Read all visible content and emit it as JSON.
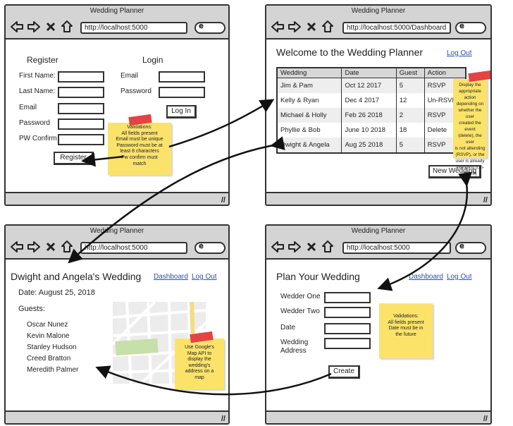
{
  "browser": {
    "window_title": "Wedding Planner",
    "url_home": "http://localhost:5000",
    "url_dashboard": "http://localhost:5000/Dashboard"
  },
  "register_login": {
    "register_heading": "Register",
    "login_heading": "Login",
    "first_name_label": "First Name:",
    "last_name_label": "Last Name:",
    "email_label": "Email",
    "password_label": "Password",
    "pw_confirm_label": "PW Confirm",
    "login_email_label": "Email",
    "login_password_label": "Password",
    "register_button": "Register",
    "login_button": "Log In",
    "validation_note": [
      "Validations:",
      "All fields present",
      "Email must be unique",
      "Password must be at",
      "least 8 characters",
      "Pw confirm must",
      "match"
    ]
  },
  "dashboard": {
    "heading": "Welcome to the Wedding Planner",
    "logout_link": "Log Out",
    "columns": [
      "Wedding",
      "Date",
      "Guest",
      "Action"
    ],
    "rows": [
      {
        "wedding": "Jim & Pam",
        "date": "Oct 12 2017",
        "guests": "5",
        "action": "RSVP"
      },
      {
        "wedding": "Kelly & Ryan",
        "date": "Dec 4 2017",
        "guests": "12",
        "action": "Un-RSVP"
      },
      {
        "wedding": "Michael & Holly",
        "date": "Feb 26 2018",
        "guests": "2",
        "action": "RSVP"
      },
      {
        "wedding": "Phyllie & Bob",
        "date": "June 10 2018",
        "guests": "18",
        "action": "Delete"
      },
      {
        "wedding": "Dwight & Angela",
        "date": "Aug 25 2018",
        "guests": "5",
        "action": "RSVP"
      }
    ],
    "new_wedding_button": "New Wedding",
    "action_note": [
      "Display the",
      "appropriate action",
      "depending on",
      "whether the user",
      "created the event",
      "(delete), the user",
      "is not attending",
      "(RSVP), or the",
      "user is already",
      "attending (Un-",
      "RSVP)"
    ]
  },
  "wedding_detail": {
    "heading": "Dwight and Angela's Wedding",
    "dashboard_link": "Dashboard",
    "logout_link": "Log Out",
    "date_line": "Date: August 25, 2018",
    "guests_label": "Guests:",
    "guests": [
      "Oscar Nunez",
      "Kevin Malone",
      "Stanley Hudson",
      "Creed Bratton",
      "Meredith Palmer"
    ],
    "map_note": [
      "Use Google's",
      "Map API to",
      "display the",
      "wedding's",
      "address on a",
      "map"
    ]
  },
  "plan_wedding": {
    "heading": "Plan Your Wedding",
    "dashboard_link": "Dashboard",
    "logout_link": "Log Out",
    "wedder_one_label": "Wedder One",
    "wedder_two_label": "Wedder Two",
    "date_label": "Date",
    "address_label_1": "Wedding",
    "address_label_2": "Address",
    "create_button": "Create",
    "validation_note": [
      "Validations:",
      "All fields present",
      "Date must be in",
      "the future"
    ]
  },
  "colors": {
    "chrome_gray": "#d4d4d4",
    "sticky_yellow": "#fbe36a",
    "tape_red": "#e44343",
    "link_blue": "#2a4fa8"
  }
}
